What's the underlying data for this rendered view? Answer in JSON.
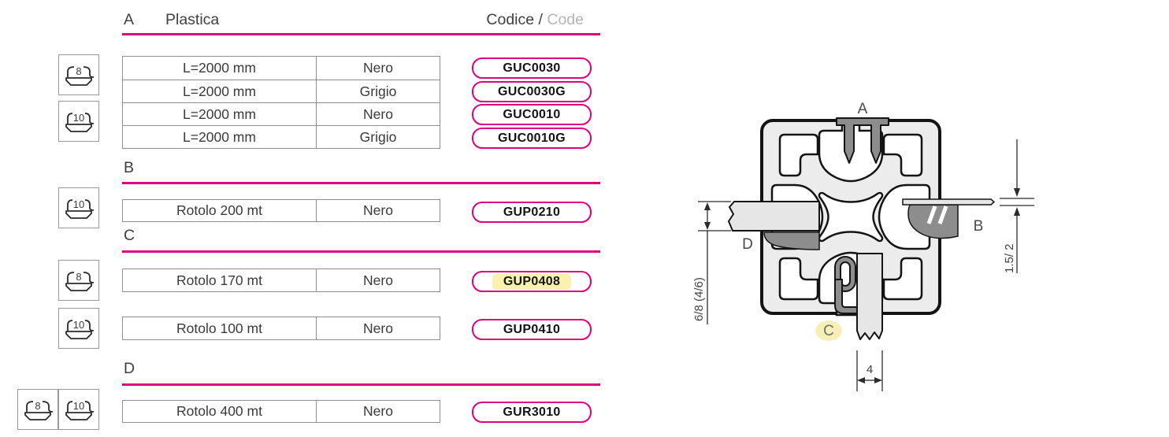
{
  "header": {
    "section_letter": "A",
    "title": "Plastica",
    "code_label": "Codice /",
    "code_label_alt": "Code"
  },
  "sections": {
    "a": {
      "letter": "A",
      "icons": [
        {
          "size": "8"
        },
        {
          "size": "10"
        }
      ],
      "rows": [
        {
          "desc": "L=2000 mm",
          "finish": "Nero",
          "code": "GUC0030"
        },
        {
          "desc": "L=2000 mm",
          "finish": "Grigio",
          "code": "GUC0030G"
        },
        {
          "desc": "L=2000 mm",
          "finish": "Nero",
          "code": "GUC0010"
        },
        {
          "desc": "L=2000 mm",
          "finish": "Grigio",
          "code": "GUC0010G"
        }
      ]
    },
    "b": {
      "letter": "B",
      "icons": [
        {
          "size": "10"
        }
      ],
      "rows": [
        {
          "desc": "Rotolo 200 mt",
          "finish": "Nero",
          "code": "GUP0210"
        }
      ]
    },
    "c": {
      "letter": "C",
      "icons": [
        {
          "size": "8"
        },
        {
          "size": "10"
        }
      ],
      "rows": [
        {
          "desc": "Rotolo 170 mt",
          "finish": "Nero",
          "code": "GUP0408",
          "highlighted": true
        },
        {
          "desc": "Rotolo 100 mt",
          "finish": "Nero",
          "code": "GUP0410"
        }
      ]
    },
    "d": {
      "letter": "D",
      "icons": [
        {
          "size": "8"
        },
        {
          "size": "10"
        }
      ],
      "rows": [
        {
          "desc": "Rotolo 400 mt",
          "finish": "Nero",
          "code": "GUR3010"
        }
      ]
    }
  },
  "diagram": {
    "labels": {
      "top": "A",
      "right": "B",
      "bottom": "C",
      "left": "D"
    },
    "dimensions": {
      "right": "1.5/ 2",
      "left": "6/8 (4/6)",
      "bottom_width": "4"
    }
  },
  "colors": {
    "accent_pink": "#e0007d",
    "highlight_yellow": "#f8f2ae",
    "text_dark": "#3a3a3a",
    "text_muted": "#b5b5b5",
    "border_gray": "#8f8f8f",
    "profile_fill": "#ececec",
    "gasket_gray": "#8d8d8d"
  }
}
